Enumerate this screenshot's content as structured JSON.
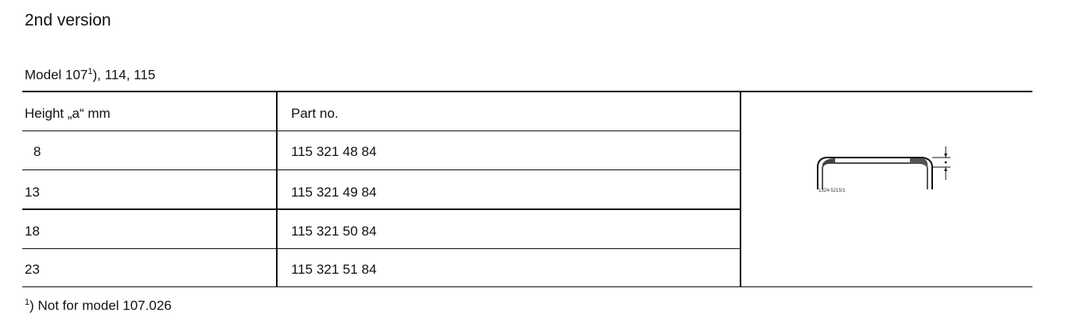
{
  "heading": "2nd version",
  "model": {
    "prefix": "Model 107",
    "footnote_ref": "1",
    "suffix": "), 114, 115"
  },
  "table": {
    "columns": [
      "Height „a“ mm",
      "Part no."
    ],
    "rows": [
      {
        "height": "8",
        "part_no": "115 321 48 84"
      },
      {
        "height": "13",
        "part_no": "115 321 49 84"
      },
      {
        "height": "18",
        "part_no": "115 321 50 84"
      },
      {
        "height": "23",
        "part_no": "115 321 51 84"
      }
    ]
  },
  "figure": {
    "code": "1324-5215/1",
    "icon": "cap-cross-section-diagram"
  },
  "footnote": {
    "ref": "1",
    "text": ") Not for model 107.026"
  }
}
